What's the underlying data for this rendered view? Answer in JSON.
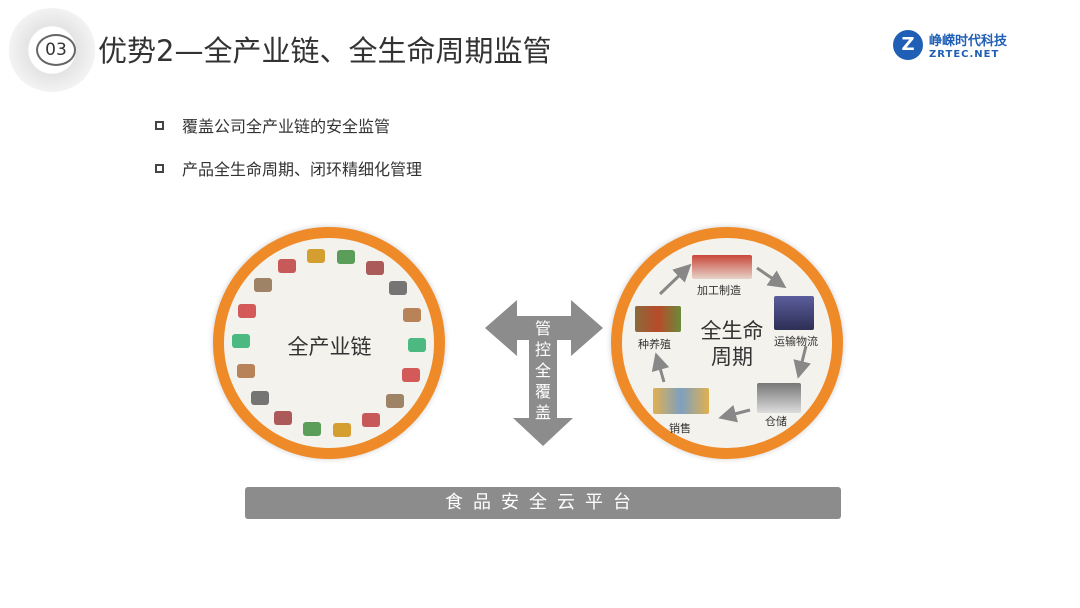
{
  "header": {
    "number": "03",
    "title": "优势2—全产业链、全生命周期监管"
  },
  "logo": {
    "mark": "Z",
    "cn": "峥嵘时代科技",
    "en": "ZRTEC.NET"
  },
  "bullets": [
    "覆盖公司全产业链的安全监管",
    "产品全生命周期、闭环精细化管理"
  ],
  "left_circle": {
    "label": "全产业链"
  },
  "arrow": {
    "label": "管控全覆盖"
  },
  "right_circle": {
    "label": "全生命周期",
    "stages": [
      "加工制造",
      "运输物流",
      "仓储",
      "销售",
      "种养殖"
    ]
  },
  "platform": {
    "label": "食品安全云平台"
  },
  "colors": {
    "orange": "#ef8a28",
    "gray": "#8c8c8c",
    "brand_blue": "#1f5fb5"
  }
}
